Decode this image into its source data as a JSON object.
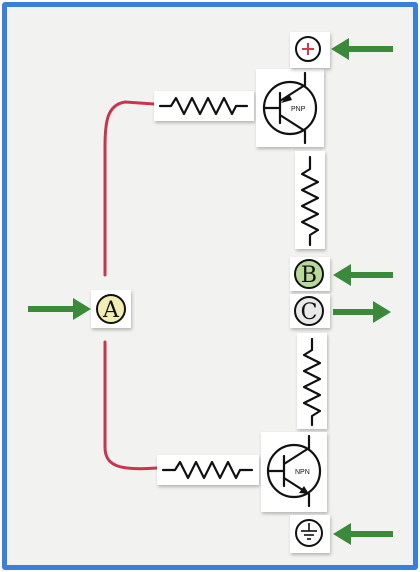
{
  "diagram": {
    "nodes": {
      "A": {
        "label": "A",
        "color": "#f2ecb5"
      },
      "B": {
        "label": "B",
        "color": "#b8d99a"
      },
      "C": {
        "label": "C",
        "color": "#e9e9e9"
      }
    },
    "supply": {
      "positive_symbol": "+",
      "ground_symbol": "ground"
    },
    "transistors": {
      "top": {
        "type": "PNP"
      },
      "bottom": {
        "type": "NPN"
      }
    },
    "colors": {
      "border": "#3a7fd8",
      "wire": "#c8364e",
      "arrow": "#3b8a3a",
      "plus": "#d23a4a"
    }
  }
}
